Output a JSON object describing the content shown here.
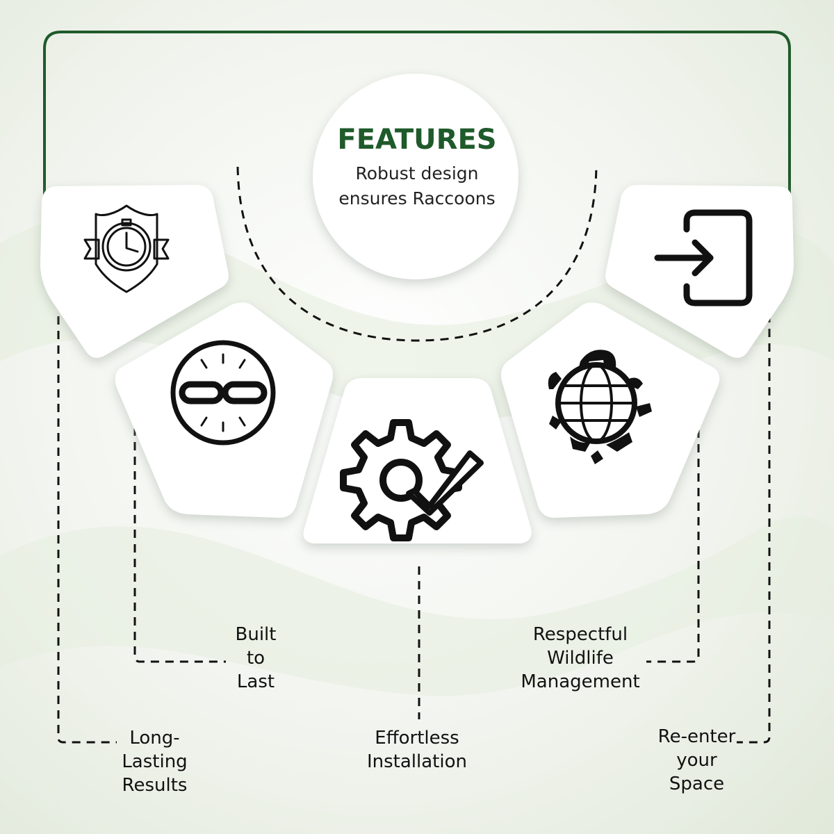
{
  "center": {
    "title": "FEATURES",
    "subtitle": "Robust design\nensures Raccoons"
  },
  "features": [
    {
      "label": "Long-\nLasting\nResults",
      "icon": "clock-shield-icon"
    },
    {
      "label": "Built\nto\nLast",
      "icon": "chain-link-icon"
    },
    {
      "label": "Effortless\nInstallation",
      "icon": "gear-check-icon"
    },
    {
      "label": "Respectful\nWildlife\nManagement",
      "icon": "globe-animals-icon"
    },
    {
      "label": "Re-enter\nyour\nSpace",
      "icon": "enter-door-icon"
    }
  ],
  "colors": {
    "frame": "#1f5a2b",
    "title": "#1f5a2b",
    "card": "#ffffff",
    "icon": "#111111"
  }
}
